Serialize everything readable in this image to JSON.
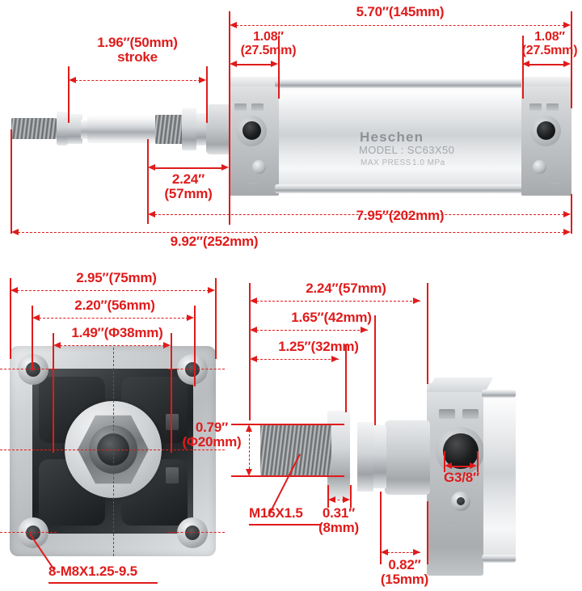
{
  "product": {
    "brand": "Heschen",
    "model_label": "MODEL : SC63X50",
    "press_label": "MAX PRESS",
    "press_value": "1.0 MPa"
  },
  "colors": {
    "dimension_red": "#e01b1b",
    "metal_light": "#eef0f1",
    "metal_dark": "#a7aaad"
  },
  "views": {
    "side": {
      "name": "side-elevation-view",
      "dimensions": {
        "stroke": "1.96″(50mm)\nstroke",
        "body_length": "5.70″(145mm)",
        "cap_left": "1.08″\n(27.5mm)",
        "cap_right": "1.08″\n(27.5mm)",
        "rod_thread_len": "2.24″\n(57mm)",
        "retracted_length": "7.95″(202mm)",
        "extended_length": "9.92″(252mm)"
      }
    },
    "end": {
      "name": "end-face-view",
      "dimensions": {
        "outer_width": "2.95″(75mm)",
        "bolt_spacing": "2.20″(56mm)",
        "bore_register": "1.49″(Φ38mm)"
      },
      "callouts": {
        "bolts": "8-M8X1.25-9.5"
      }
    },
    "rod": {
      "name": "rod-end-detail-view",
      "dimensions": {
        "total": "2.24″(57mm)",
        "mid": "1.65″(42mm)",
        "thread_len": "1.25″(32mm)",
        "rod_dia": "0.79″\n(Φ20mm)",
        "nut_thk": "0.31″\n(8mm)",
        "cap_thk": "0.82″\n(15mm)"
      },
      "callouts": {
        "rod_thread": "M16X1.5",
        "port": "G3/8″"
      }
    }
  }
}
